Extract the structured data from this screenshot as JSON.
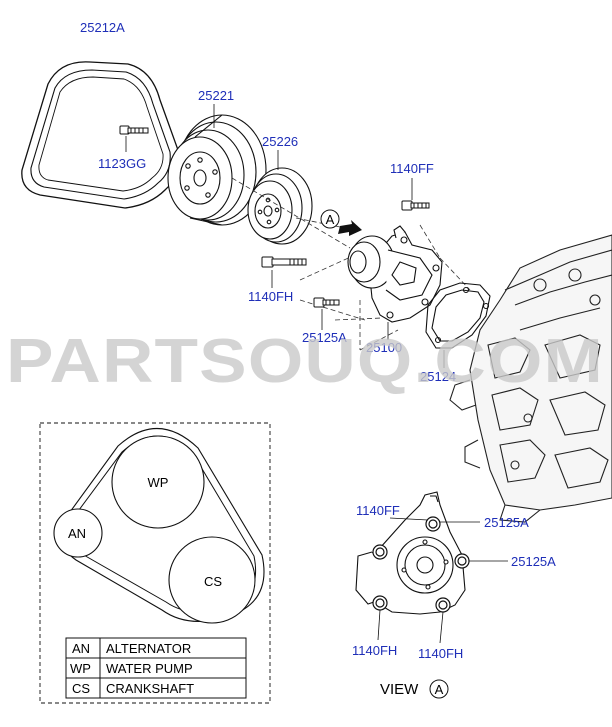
{
  "parts": {
    "belt": "25212A",
    "pulley_pump": "25221",
    "pulley_small": "25226",
    "bolt_pulley": "1123GG",
    "bolt_top": "1140FF",
    "bolt_long": "1140FH",
    "bolt_stud": "25125A",
    "water_pump": "25100",
    "gasket": "25124"
  },
  "watermark": "PARTSOUQ.COM",
  "view_marker": "A",
  "view_label": "VIEW",
  "belt_routing": {
    "an": "AN",
    "wp": "WP",
    "cs": "CS"
  },
  "legend": [
    {
      "code": "AN",
      "name": "ALTERNATOR"
    },
    {
      "code": "WP",
      "name": "WATER PUMP"
    },
    {
      "code": "CS",
      "name": "CRANKSHAFT"
    }
  ],
  "view_a": {
    "top_left": "1140FF",
    "top_right": "25125A",
    "mid_right": "25125A",
    "bottom_left": "1140FH",
    "bottom_right": "1140FH"
  }
}
